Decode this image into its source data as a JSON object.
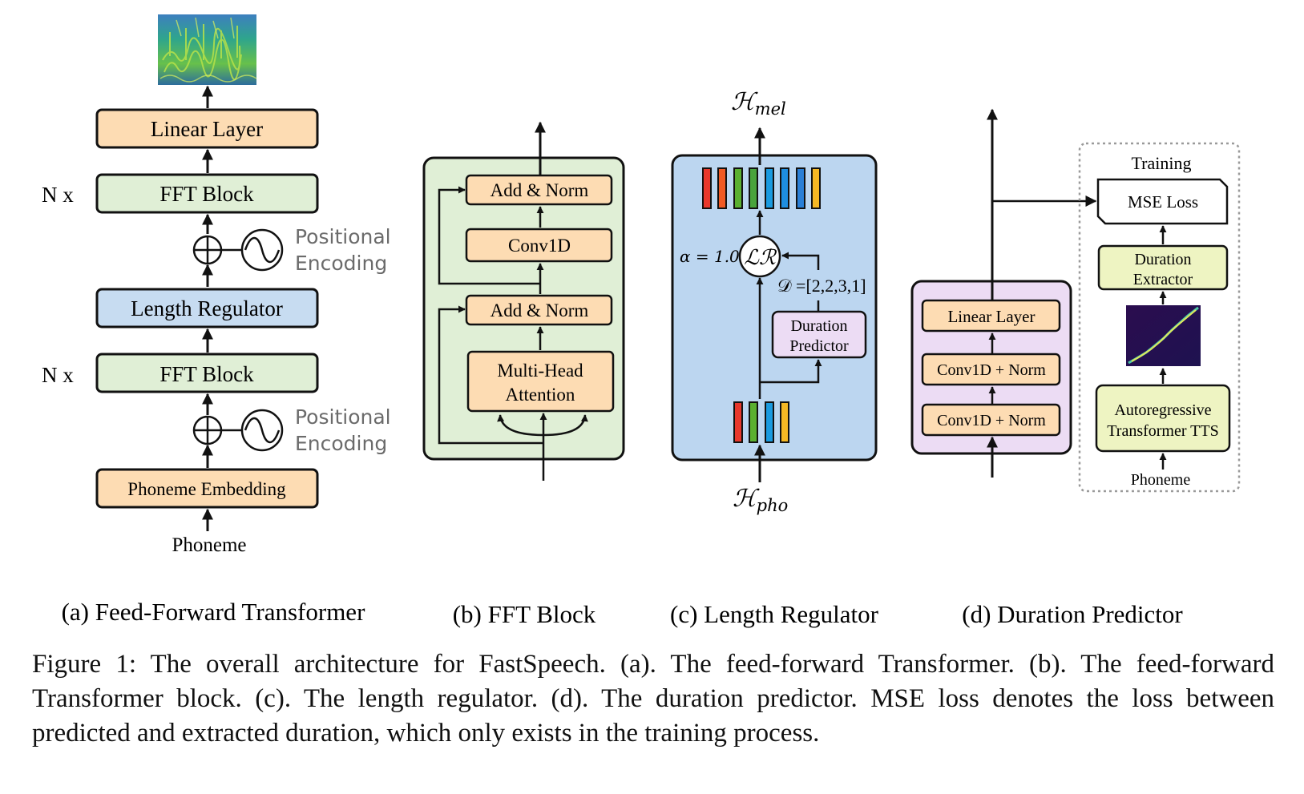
{
  "colors": {
    "orange": "#fddcb3",
    "green": "#e0efd6",
    "blue": "#c7dcf1",
    "blue_panel": "#bcd6f0",
    "purple": "#ecdcf4",
    "yellow": "#eef4c2",
    "stroke": "#111111",
    "grey_text": "#6b6b6b",
    "bar_colors": [
      "#e8382c",
      "#f05a24",
      "#5ab030",
      "#49a43c",
      "#1a9be0",
      "#1e8ee0",
      "#2a7fd6",
      "#f5b824"
    ]
  },
  "panel_a": {
    "linear_layer": "Linear Layer",
    "fft_block": "FFT Block",
    "n_x": "N x",
    "length_regulator": "Length Regulator",
    "phoneme_embedding": "Phoneme Embedding",
    "phoneme": "Phoneme",
    "positional_line1": "Positional",
    "positional_line2": "Encoding",
    "caption": "(a) Feed-Forward Transformer"
  },
  "panel_b": {
    "add_norm": "Add & Norm",
    "conv1d": "Conv1D",
    "mha_line1": "Multi-Head",
    "mha_line2": "Attention",
    "caption": "(b) FFT Block"
  },
  "panel_c": {
    "h_mel_base": "ℋ",
    "h_mel_sub": "mel",
    "h_pho_base": "ℋ",
    "h_pho_sub": "pho",
    "alpha": "α = 1.0",
    "lr": "ℒℛ",
    "duration_eq": "𝒟 =[2,2,3,1]",
    "duration_predictor_line1": "Duration",
    "duration_predictor_line2": "Predictor",
    "caption": "(c) Length Regulator"
  },
  "panel_d": {
    "linear_layer": "Linear Layer",
    "conv1d_norm": "Conv1D + Norm",
    "training": "Training",
    "mse_loss": "MSE Loss",
    "duration_extractor_line1": "Duration",
    "duration_extractor_line2": "Extractor",
    "ar_tts_line1": "Autoregressive",
    "ar_tts_line2": "Transformer TTS",
    "phoneme": "Phoneme",
    "caption": "(d) Duration Predictor"
  },
  "figure_caption": "Figure 1: The overall architecture for FastSpeech. (a). The feed-forward Transformer. (b). The feed-forward Transformer block. (c). The length regulator. (d). The duration predictor. MSE loss denotes the loss between predicted and extracted duration, which only exists in the training process."
}
